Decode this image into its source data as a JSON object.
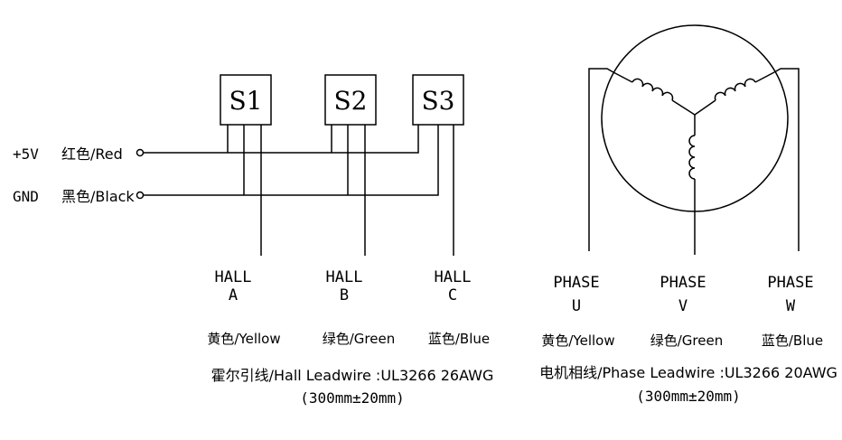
{
  "hall_sensors": {
    "sensors": [
      "S1",
      "S2",
      "S3"
    ],
    "supply": [
      {
        "voltage": "+5V",
        "color": "红色/Red"
      },
      {
        "voltage": "GND",
        "color": "黑色/Black"
      }
    ],
    "outputs": [
      {
        "name": "HALL",
        "letter": "A",
        "color": "黄色/Yellow"
      },
      {
        "name": "HALL",
        "letter": "B",
        "color": "绿色/Green"
      },
      {
        "name": "HALL",
        "letter": "C",
        "color": "蓝色/Blue"
      }
    ],
    "leadwire": "霍尔引线/Hall Leadwire :UL3266 26AWG",
    "length": "(300mm±20mm)"
  },
  "motor_phases": {
    "phases": [
      {
        "name": "PHASE",
        "letter": "U",
        "color": "黄色/Yellow"
      },
      {
        "name": "PHASE",
        "letter": "V",
        "color": "绿色/Green"
      },
      {
        "name": "PHASE",
        "letter": "W",
        "color": "蓝色/Blue"
      }
    ],
    "leadwire": "电机相线/Phase Leadwire :UL3266 20AWG",
    "length": "(300mm±20mm)"
  }
}
